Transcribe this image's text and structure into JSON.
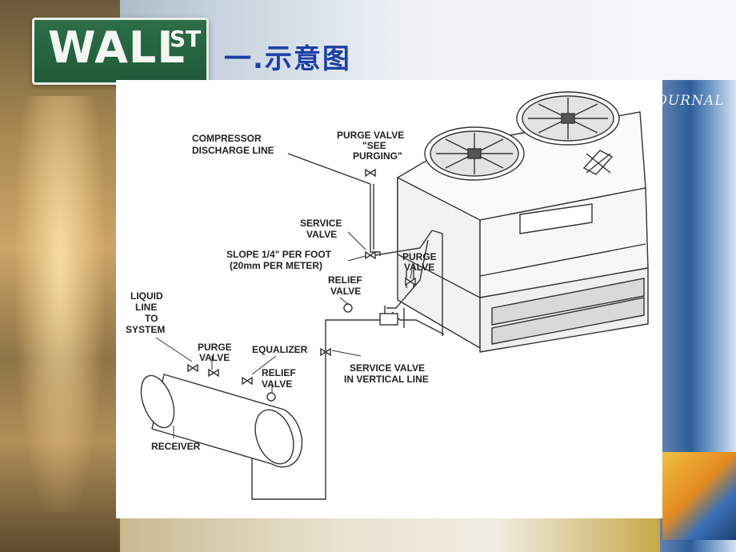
{
  "slide": {
    "title": "一.示意图",
    "background": {
      "sign_text": "WALL",
      "sign_suffix": "ST",
      "newspaper_text": "OURNAL",
      "accent_color": "#1b3fa6"
    }
  },
  "diagram": {
    "labels": {
      "compressor_line1": "COMPRESSOR",
      "compressor_line2": "DISCHARGE LINE",
      "purge_top_line1": "PURGE VALVE",
      "purge_top_line2": "\"SEE",
      "purge_top_line3": "PURGING\"",
      "service_top_line1": "SERVICE",
      "service_top_line2": "VALVE",
      "slope_line1": "SLOPE 1/4\" PER FOOT",
      "slope_line2": "(20mm PER METER)",
      "purge_right_line1": "PURGE",
      "purge_right_line2": "VALVE",
      "relief_top_line1": "RELIEF",
      "relief_top_line2": "VALVE",
      "liquid_line1": "LIQUID",
      "liquid_line2": "LINE",
      "liquid_line3": "TO",
      "liquid_line4": "SYSTEM",
      "purge_left_line1": "PURGE",
      "purge_left_line2": "VALVE",
      "equalizer": "EQUALIZER",
      "relief_low_line1": "RELIEF",
      "relief_low_line2": "VALVE",
      "service_vertical_line1": "SERVICE VALVE",
      "service_vertical_line2": "IN VERTICAL LINE",
      "receiver": "RECEIVER"
    }
  }
}
